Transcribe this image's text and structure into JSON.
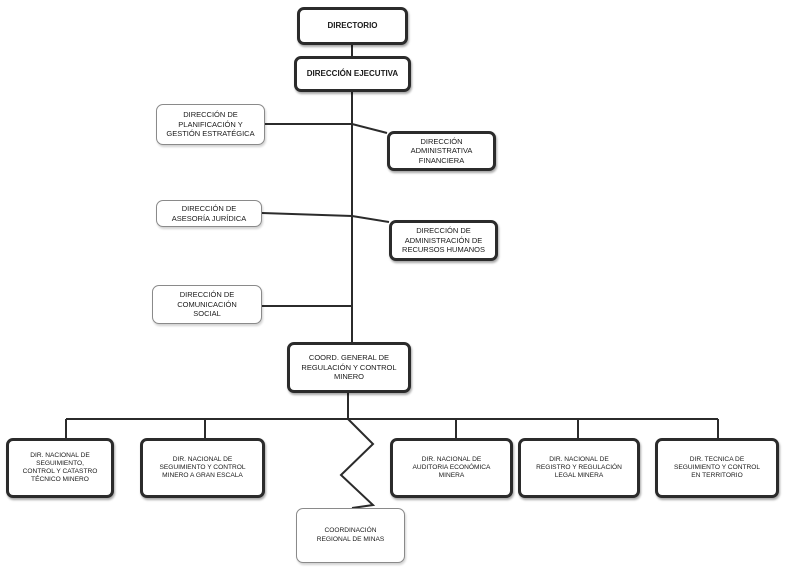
{
  "org": {
    "directorio": "DIRECTORIO",
    "ejecutiva": "DIRECCIÓN EJECUTIVA",
    "planificacion": "DIRECCIÓN DE\nPLANIFICACIÓN Y\nGESTIÓN ESTRATÉGICA",
    "administrativa": "DIRECCIÓN\nADMINISTRATIVA\nFINANCIERA",
    "juridica": "DIRECCIÓN DE\nASESORÍA JURÍDICA",
    "rrhh": "DIRECCIÓN DE\nADMINISTRACIÓN DE\nRECURSOS HUMANOS",
    "comunicacion": "DIRECCIÓN DE\nCOMUNICACIÓN\nSOCIAL",
    "coordinacion_general": "COORD. GENERAL DE\nREGULACIÓN Y CONTROL\nMINERO",
    "seguimiento_catastro": "DIR. NACIONAL DE\nSEGUIMIENTO,\nCONTROL Y CATASTRO\nTÉCNICO MINERO",
    "gran_escala": "DIR. NACIONAL DE\nSEGUIMIENTO Y CONTROL\nMINERO A GRAN ESCALA",
    "auditoria": "DIR. NACIONAL DE\nAUDITORIA ECONÓMICA\nMINERA",
    "registro": "DIR. NACIONAL DE\nREGISTRO Y REGULACIÓN\nLEGAL MINERA",
    "territorio": "DIR. TECNICA DE\nSEGUIMIENTO Y CONTROL\nEN TERRITORIO",
    "regional": "COORDINACIÓN\nREGIONAL DE MINAS"
  },
  "colors": {
    "line": "#2b2b2b",
    "box_border_bold": "#2b2b2b",
    "box_border_thin": "#8a8a8a",
    "text": "#1a1a1a"
  }
}
